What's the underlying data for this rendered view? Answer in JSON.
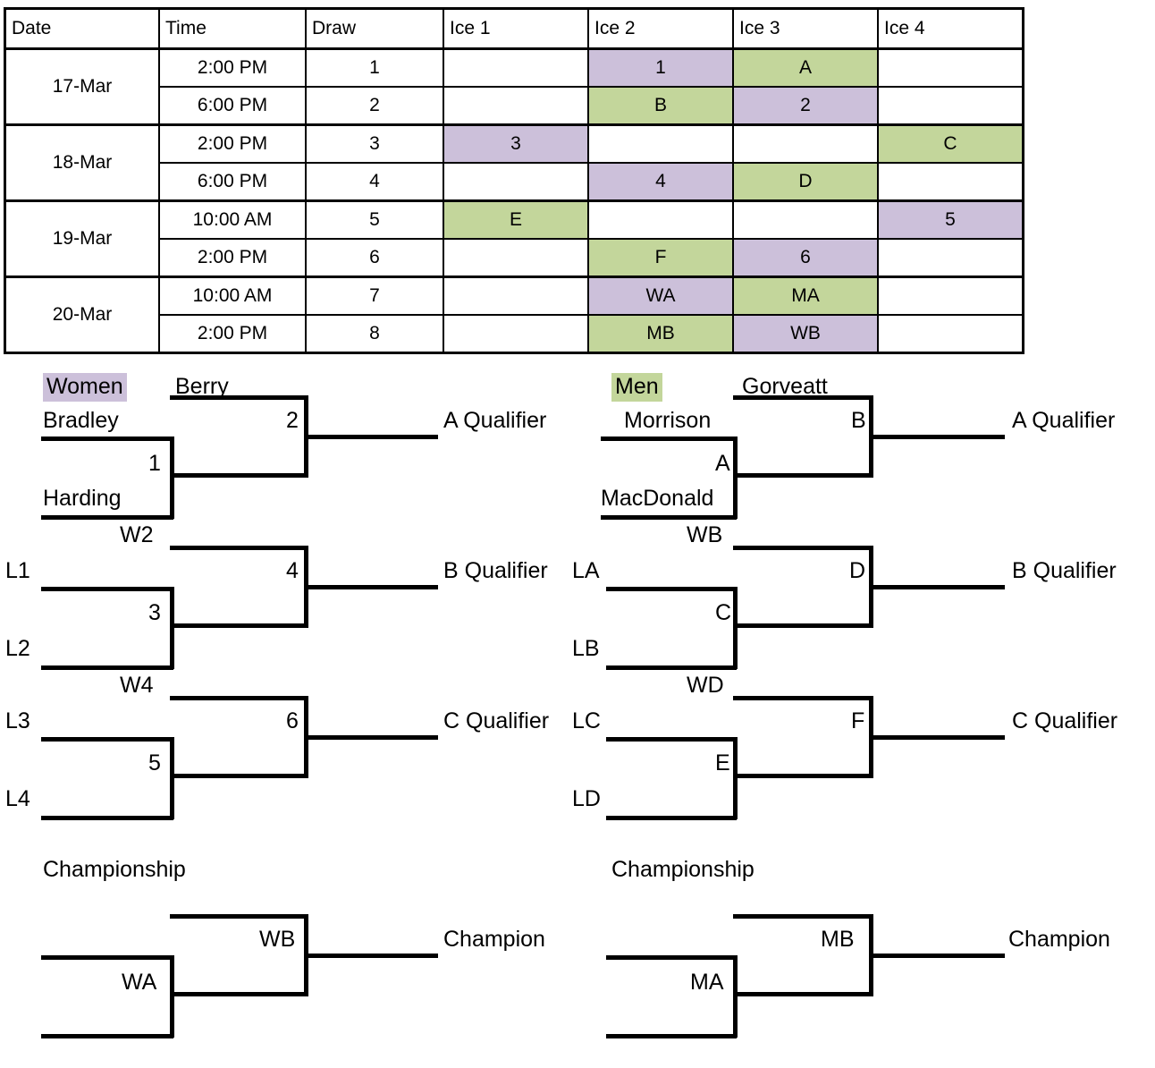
{
  "schedule": {
    "columns": [
      "Date",
      "Time",
      "Draw",
      "Ice 1",
      "Ice 2",
      "Ice 3",
      "Ice 4"
    ],
    "rows": [
      {
        "date": "17-Mar",
        "time": "2:00 PM",
        "draw": "1",
        "ice1": "",
        "ice1c": "",
        "ice2": "1",
        "ice2c": "purple",
        "ice3": "A",
        "ice3c": "green",
        "ice4": "",
        "ice4c": ""
      },
      {
        "date": "",
        "time": "6:00 PM",
        "draw": "2",
        "ice1": "",
        "ice1c": "",
        "ice2": "B",
        "ice2c": "green",
        "ice3": "2",
        "ice3c": "purple",
        "ice4": "",
        "ice4c": ""
      },
      {
        "date": "18-Mar",
        "time": "2:00 PM",
        "draw": "3",
        "ice1": "3",
        "ice1c": "purple",
        "ice2": "",
        "ice2c": "",
        "ice3": "",
        "ice3c": "",
        "ice4": "C",
        "ice4c": "green"
      },
      {
        "date": "",
        "time": "6:00 PM",
        "draw": "4",
        "ice1": "",
        "ice1c": "",
        "ice2": "4",
        "ice2c": "purple",
        "ice3": "D",
        "ice3c": "green",
        "ice4": "",
        "ice4c": ""
      },
      {
        "date": "19-Mar",
        "time": "10:00 AM",
        "draw": "5",
        "ice1": "E",
        "ice1c": "green",
        "ice2": "",
        "ice2c": "",
        "ice3": "",
        "ice3c": "",
        "ice4": "5",
        "ice4c": "purple"
      },
      {
        "date": "",
        "time": "2:00 PM",
        "draw": "6",
        "ice1": "",
        "ice1c": "",
        "ice2": "F",
        "ice2c": "green",
        "ice3": "6",
        "ice3c": "purple",
        "ice4": "",
        "ice4c": ""
      },
      {
        "date": "20-Mar",
        "time": "10:00 AM",
        "draw": "7",
        "ice1": "",
        "ice1c": "",
        "ice2": "WA",
        "ice2c": "purple",
        "ice3": "MA",
        "ice3c": "green",
        "ice4": "",
        "ice4c": ""
      },
      {
        "date": "",
        "time": "2:00 PM",
        "draw": "8",
        "ice1": "",
        "ice1c": "",
        "ice2": "MB",
        "ice2c": "green",
        "ice3": "WB",
        "ice3c": "purple",
        "ice4": "",
        "ice4c": ""
      }
    ]
  },
  "colors": {
    "women_highlight": "#ccc0da",
    "men_highlight": "#c3d69b",
    "line": "#000000"
  },
  "women": {
    "title": "Women",
    "a_bracket": {
      "seed_top": "Berry",
      "seed_upper": "Bradley",
      "seed_lower": "Harding",
      "game_inner": "1",
      "game_outer": "2",
      "qualifier": "A Qualifier"
    },
    "b_bracket": {
      "feed_top": "W2",
      "entry_upper": "L1",
      "entry_lower": "L2",
      "game_inner": "3",
      "game_outer": "4",
      "qualifier": "B Qualifier"
    },
    "c_bracket": {
      "feed_top": "W4",
      "entry_upper": "L3",
      "entry_lower": "L4",
      "game_inner": "5",
      "game_outer": "6",
      "qualifier": "C Qualifier"
    },
    "championship": {
      "title": "Championship",
      "game_inner": "WA",
      "game_outer": "WB",
      "result": "Champion"
    }
  },
  "men": {
    "title": "Men",
    "a_bracket": {
      "seed_top": "Gorveatt",
      "seed_upper": "Morrison",
      "seed_lower": "MacDonald",
      "game_inner": "A",
      "game_outer": "B",
      "qualifier": "A Qualifier"
    },
    "b_bracket": {
      "feed_top": "WB",
      "entry_upper": "LA",
      "entry_lower": "LB",
      "game_inner": "C",
      "game_outer": "D",
      "qualifier": "B Qualifier"
    },
    "c_bracket": {
      "feed_top": "WD",
      "entry_upper": "LC",
      "entry_lower": "LD",
      "game_inner": "E",
      "game_outer": "F",
      "qualifier": "C Qualifier"
    },
    "championship": {
      "title": "Championship",
      "game_inner": "MA",
      "game_outer": "MB",
      "result": "Champion"
    }
  }
}
